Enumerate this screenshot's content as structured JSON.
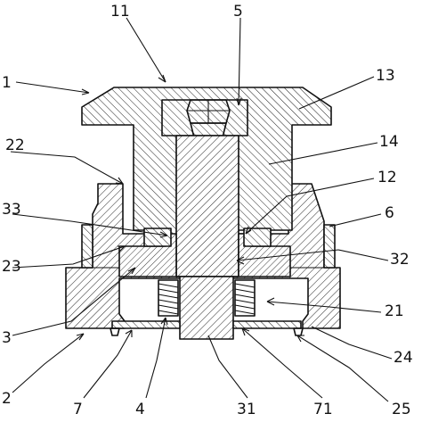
{
  "diagram": {
    "labels": {
      "l11": "11",
      "l5": "5",
      "l1": "1",
      "l13": "13",
      "l22": "22",
      "l14": "14",
      "l12": "12",
      "l33": "33",
      "l6": "6",
      "l23": "23",
      "l32": "32",
      "l21": "21",
      "l3": "3",
      "l24": "24",
      "l2": "2",
      "l25": "25",
      "l7": "7",
      "l4": "4",
      "l31": "31",
      "l71": "71"
    }
  }
}
